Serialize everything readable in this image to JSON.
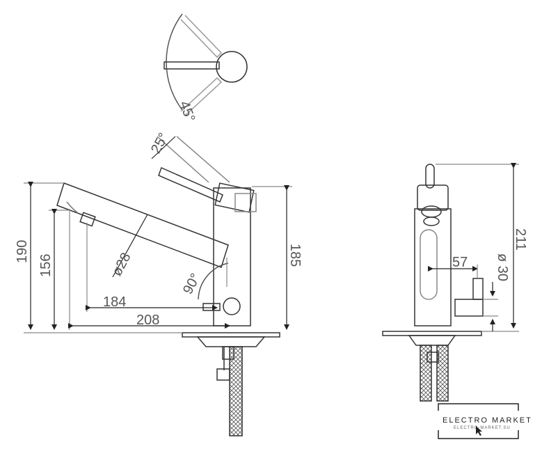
{
  "dimensions": {
    "angle_45": "45°",
    "angle_25": "25°",
    "angle_90": "90°",
    "dia_28": "ø28",
    "dim_190": "190",
    "dim_156": "156",
    "dim_184": "184",
    "dim_208": "208",
    "dim_185": "185",
    "dim_57": "57",
    "dia_30": "ø 30",
    "dim_211": "211"
  },
  "logo": {
    "title": "ELECTRO MARKET",
    "subtitle": "ELECTRO-MARKET.SU"
  },
  "colors": {
    "line": "#333333",
    "dimension": "#555555"
  }
}
